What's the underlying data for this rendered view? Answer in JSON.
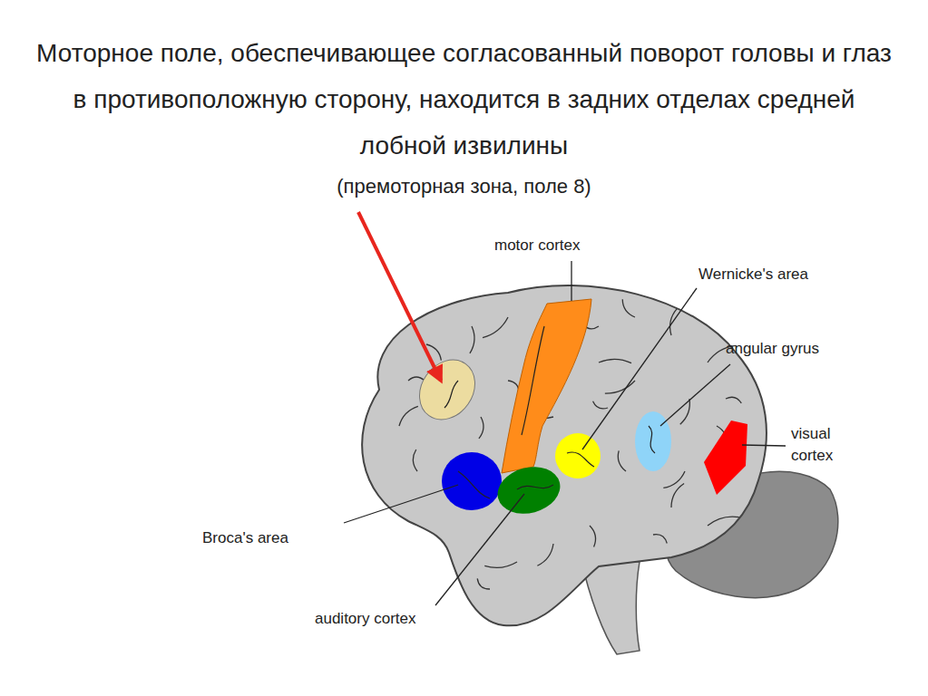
{
  "diagram": {
    "title": "Моторное поле, обеспечивающее согласованный поворот головы и глаз в противоположную сторону, находится в задних отделах средней лобной извилины",
    "labels": [
      "(премоторная зона, поле 8)",
      "motor cortex",
      "Wernicke's area",
      "angular gyrus",
      "visual cortex",
      "Broca's area",
      "auditory cortex"
    ]
  }
}
